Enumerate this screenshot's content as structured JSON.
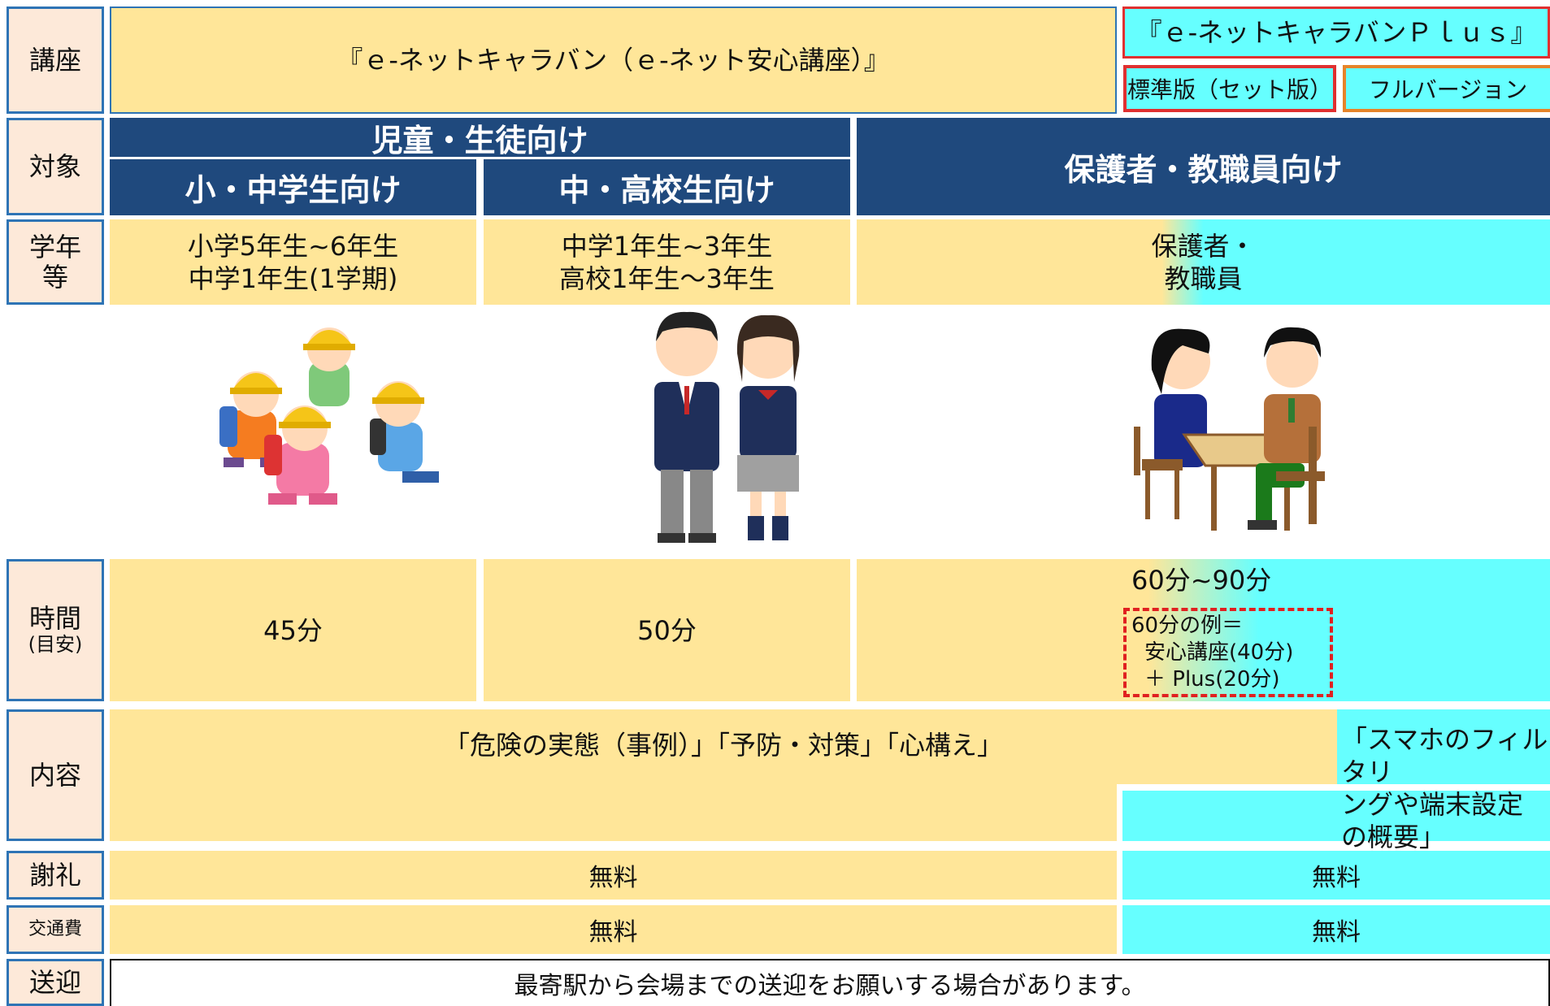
{
  "labels": {
    "course": "講座",
    "target": "対象",
    "grade_line1": "学年",
    "grade_line2": "等",
    "time_line1": "時間",
    "time_line2": "(目安)",
    "content": "内容",
    "fee": "謝礼",
    "transport": "交通費",
    "pickup": "送迎"
  },
  "course": {
    "main": "『ｅ-ネットキャラバン（ｅ-ネット安心講座）』",
    "plus": "『ｅ-ネットキャラバンＰｌｕｓ』",
    "standard": "標準版（セット版）",
    "full": "フルバージョン"
  },
  "target": {
    "students": "児童・生徒向け",
    "elem": "小・中学生向け",
    "high": "中・高校生向け",
    "parents": "保護者・教職員向け"
  },
  "grade": {
    "elem_line1": "小学5年生~6年生",
    "elem_line2": "中学1年生(1学期)",
    "high_line1": "中学1年生~3年生",
    "high_line2": "高校1年生～3年生",
    "parents_line1": "保護者・",
    "parents_line2": "教職員"
  },
  "time": {
    "elem": "45分",
    "high": "50分",
    "parents": "60分~90分",
    "example_line1": "60分の例＝",
    "example_line2": "安心講座(40分)",
    "example_line3": "＋ Plus(20分)"
  },
  "content": {
    "main": "「危険の実態（事例）」「予防・対策」「心構え」",
    "plus_line1": "「スマホのフィルタリ",
    "plus_line2": "ングや端末設定",
    "plus_line3": "の概要」"
  },
  "fee": {
    "main": "無料",
    "plus": "無料"
  },
  "transport": {
    "main": "無料",
    "plus": "無料"
  },
  "pickup": {
    "text": "最寄駅から会場までの送迎をお願いする場合があります。"
  },
  "colors": {
    "yellow": "#ffe699",
    "cyan": "#66ffff",
    "navy": "#1f497d",
    "label_bg": "#fde9d9",
    "label_border": "#2e74b5"
  }
}
